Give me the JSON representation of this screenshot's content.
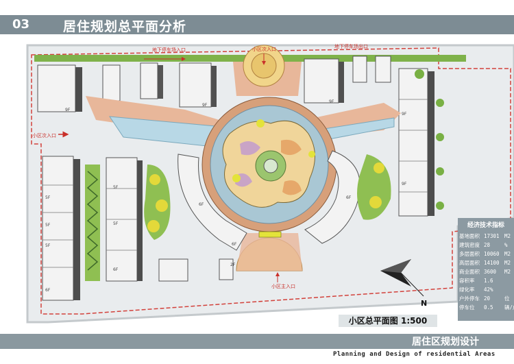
{
  "header": {
    "number": "03",
    "title": "居住规划总平面分析"
  },
  "labels": {
    "garage_entrance": "地下停车场入口",
    "garage_exit": "地下停车场出口",
    "secondary_entrance_top": "小区次入口",
    "secondary_entrance_left": "小区次入口",
    "main_entrance": "小区主入口"
  },
  "floors": {
    "f9": "9F",
    "f6": "6F",
    "f5": "5F",
    "f2": "2F"
  },
  "north": "N",
  "stats": {
    "heading": "经济技术指标",
    "rows": [
      {
        "k": "基地面积",
        "v": "17301",
        "u": "M2"
      },
      {
        "k": "建筑密度",
        "v": "28",
        "u": "%"
      },
      {
        "k": "多层面积",
        "v": "10060",
        "u": "M2"
      },
      {
        "k": "高层面积",
        "v": "14100",
        "u": "M2"
      },
      {
        "k": "商业面积",
        "v": "3600",
        "u": "M2"
      },
      {
        "k": "容积率",
        "v": "1.6",
        "u": ""
      },
      {
        "k": "绿化率",
        "v": "42%",
        "u": ""
      },
      {
        "k": "户外停车",
        "v": "20",
        "u": "位"
      },
      {
        "k": "停车位",
        "v": "0.5",
        "u": "辆/户"
      }
    ]
  },
  "scale_label": "小区总平面图 1:500",
  "footer": {
    "title": "居住区规划设计",
    "subtitle": "Planning and Design of residential Areas"
  }
}
